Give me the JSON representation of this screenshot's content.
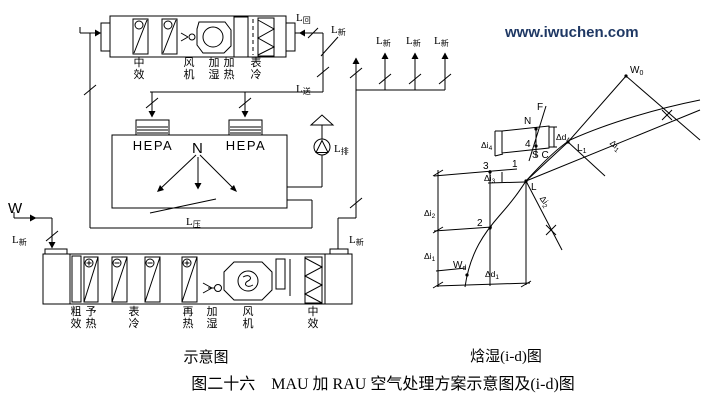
{
  "website": "www.iwuchen.com",
  "captions": {
    "left": "示意图",
    "right": "焓湿(i-d)图",
    "bottom": "图二十六　MAU 加 RAU 空气处理方案示意图及(i-d)图"
  },
  "rau_labels": [
    "中效",
    "风机",
    "加湿",
    "加热",
    "表冷"
  ],
  "mau_labels": [
    "粗效",
    "予热",
    "表冷",
    "再热",
    "加湿",
    "风机",
    "中效"
  ],
  "room": {
    "hepa": "HEPA",
    "n": "N"
  },
  "flows": {
    "l_hui": {
      "main": "L",
      "sub": "回"
    },
    "l_song": {
      "main": "L",
      "sub": "送"
    },
    "l_pai": {
      "main": "L",
      "sub": "排"
    },
    "l_ya": {
      "main": "L",
      "sub": "压"
    },
    "l_xin": {
      "main": "L",
      "sub": "新"
    },
    "w": "W"
  },
  "chart": {
    "points": {
      "n": "N",
      "f": "F",
      "l": "L",
      "l1": {
        "main": "L",
        "sub": "1"
      },
      "w0": {
        "main": "W",
        "sub": "0"
      },
      "wd": {
        "main": "W",
        "sub": "d"
      },
      "p1": "1",
      "p2": "2",
      "p3": "3",
      "p4": "4",
      "sc": "S C"
    },
    "dims": {
      "di1": {
        "main": "Δi",
        "sub": "1"
      },
      "di2": {
        "main": "Δi",
        "sub": "2"
      },
      "di3": {
        "main": "Δi",
        "sub": "3"
      },
      "di4": {
        "main": "Δi",
        "sub": "4"
      },
      "dd1": {
        "main": "Δd",
        "sub": "1"
      },
      "dd4": {
        "main": "Δd",
        "sub": "4"
      }
    }
  }
}
